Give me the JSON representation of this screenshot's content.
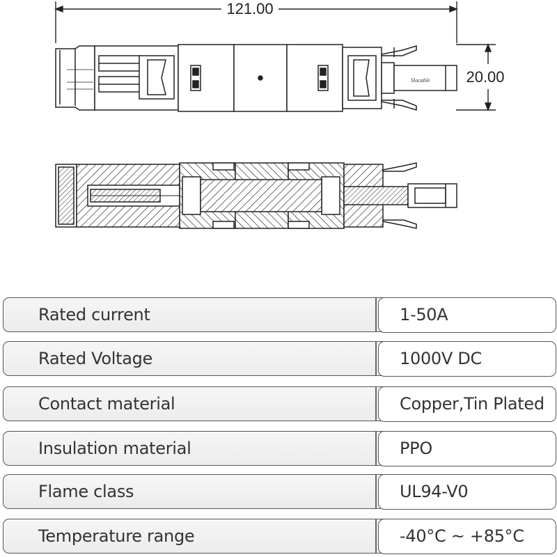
{
  "dimensions": {
    "length": "121.00",
    "height": "20.00"
  },
  "specs": [
    {
      "label": "Rated current",
      "value": "1-50A"
    },
    {
      "label": "Rated Voltage",
      "value": "1000V DC"
    },
    {
      "label": "Contact material",
      "value": "Copper,Tin Plated"
    },
    {
      "label": "Insulation material",
      "value": "PPO"
    },
    {
      "label": "Flame class",
      "value": "UL94-V0"
    },
    {
      "label": "Temperature range",
      "value": "-40°C ~ +85°C"
    }
  ]
}
